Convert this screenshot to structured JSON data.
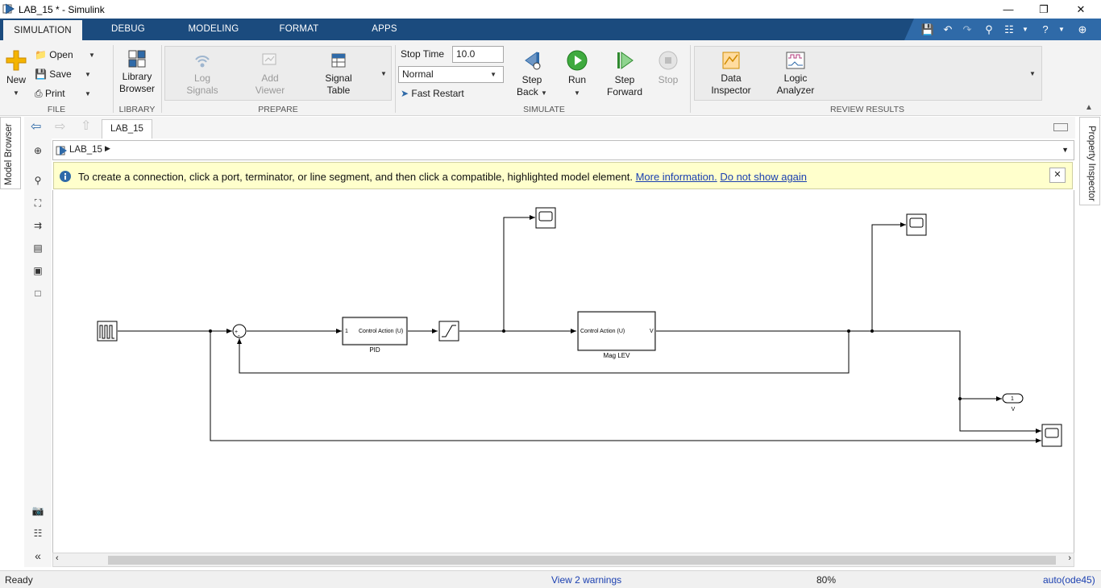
{
  "window": {
    "title": "LAB_15 * - Simulink"
  },
  "tabs": [
    {
      "label": "SIMULATION",
      "active": true
    },
    {
      "label": "DEBUG"
    },
    {
      "label": "MODELING"
    },
    {
      "label": "FORMAT"
    },
    {
      "label": "APPS"
    }
  ],
  "ribbon": {
    "file": {
      "group": "FILE",
      "new": "New",
      "open": "Open",
      "save": "Save",
      "print": "Print"
    },
    "library": {
      "group": "LIBRARY",
      "browser_line1": "Library",
      "browser_line2": "Browser"
    },
    "prepare": {
      "group": "PREPARE",
      "log1": "Log",
      "log2": "Signals",
      "add1": "Add",
      "add2": "Viewer",
      "signal1": "Signal",
      "signal2": "Table"
    },
    "simulate": {
      "group": "SIMULATE",
      "stop_time_label": "Stop Time",
      "stop_time_value": "10.0",
      "mode": "Normal",
      "fast_restart": "Fast Restart",
      "step_back1": "Step",
      "step_back2": "Back",
      "run": "Run",
      "step_fwd1": "Step",
      "step_fwd2": "Forward",
      "stop": "Stop"
    },
    "review": {
      "group": "REVIEW RESULTS",
      "data1": "Data",
      "data2": "Inspector",
      "logic1": "Logic",
      "logic2": "Analyzer"
    }
  },
  "side": {
    "model_browser": "Model Browser",
    "property_inspector": "Property Inspector"
  },
  "nav": {
    "model_tab": "LAB_15",
    "breadcrumb": "LAB_15"
  },
  "infobar": {
    "message": "To create a connection, click a port, terminator, or line segment, and then click a compatible, highlighted model element.",
    "link1": "More information.",
    "link2": "Do not show again"
  },
  "diagram": {
    "pid_label": "PID",
    "pid_port_in": "1",
    "pid_port_out": "Control Action (U)",
    "maglev_label": "Mag LEV",
    "maglev_port_in": "Control Action (U)",
    "maglev_port_out": "V",
    "outport_num": "1",
    "outport_label": "V"
  },
  "status": {
    "ready": "Ready",
    "warnings": "View 2 warnings",
    "zoom": "80%",
    "solver": "auto(ode45)"
  }
}
